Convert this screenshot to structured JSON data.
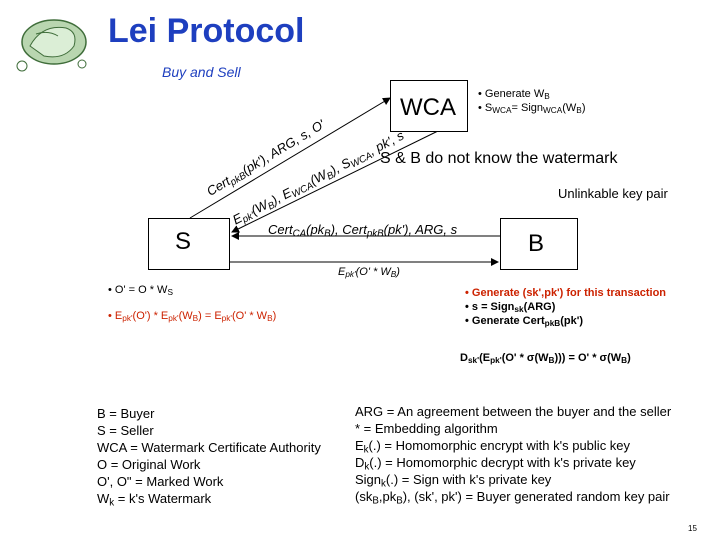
{
  "title": "Lei Protocol",
  "subtitle": "Buy and Sell",
  "wca": {
    "label": "WCA",
    "notes": [
      "• Generate W",
      "B",
      "• S",
      "WCA",
      "= Sign",
      "WCA",
      "(W",
      "B",
      ")"
    ]
  },
  "nodes": {
    "s": "S",
    "b": "B"
  },
  "arrows": {
    "s_to_wca_top": [
      "Cert",
      "pkB",
      "(pk'), ARG, s, O'"
    ],
    "s_to_wca_bottom": [
      "E",
      "pk'",
      "(W",
      "B",
      "), E",
      "WCA",
      "(W",
      "B",
      "), S",
      "WCA",
      ", pk', s"
    ],
    "b_to_s": [
      "Cert",
      "CA",
      "(pk",
      "B",
      "), Cert",
      "pkB",
      "(pk'), ARG, s"
    ],
    "s_to_b": [
      "E",
      "pk'",
      "(O' * W",
      "B",
      ")"
    ]
  },
  "notes_right": {
    "note1": "S & B do not know the watermark",
    "note2": "Unlinkable key pair"
  },
  "seller_steps": {
    "step1": "• O' = O * W",
    "step1_sub": "S",
    "step2": [
      "• E",
      "pk'",
      "(O') * E",
      "pk'",
      "(W",
      "B",
      ") = E",
      "pk'",
      "(O' * W",
      "B",
      ")"
    ]
  },
  "buyer_steps": {
    "step1": "• Generate (sk',pk') for this transaction",
    "step2": [
      "• s = Sign",
      "sk",
      "(ARG)"
    ],
    "step3": [
      "• Generate Cert",
      "pkB",
      "(pk')"
    ]
  },
  "decrypt": [
    "D",
    "sk'",
    "(E",
    "pk'",
    "(O' * σ(W",
    "B",
    "))) = O' * σ(W",
    "B",
    ")"
  ],
  "legend_left": [
    "B = Buyer",
    "S = Seller",
    "WCA = Watermark Certificate Authority",
    "O = Original Work",
    "O', O\" = Marked Work",
    "W",
    "k",
    " = k's Watermark"
  ],
  "legend_right": [
    "ARG = An agreement between the buyer and the seller",
    "* = Embedding algorithm",
    "E",
    "k",
    "(.) = Homomorphic encrypt with k's public key",
    "D",
    "k",
    "(.) = Homomorphic decrypt with k's private key",
    "Sign",
    "k",
    "(.) = Sign with k's private key",
    "(sk",
    "B",
    ",pk",
    "B",
    "), (sk', pk') = Buyer generated random key pair"
  ],
  "page_number": "15",
  "colors": {
    "title": "#1e3fbf",
    "buyer_steps": "#cc2200"
  }
}
